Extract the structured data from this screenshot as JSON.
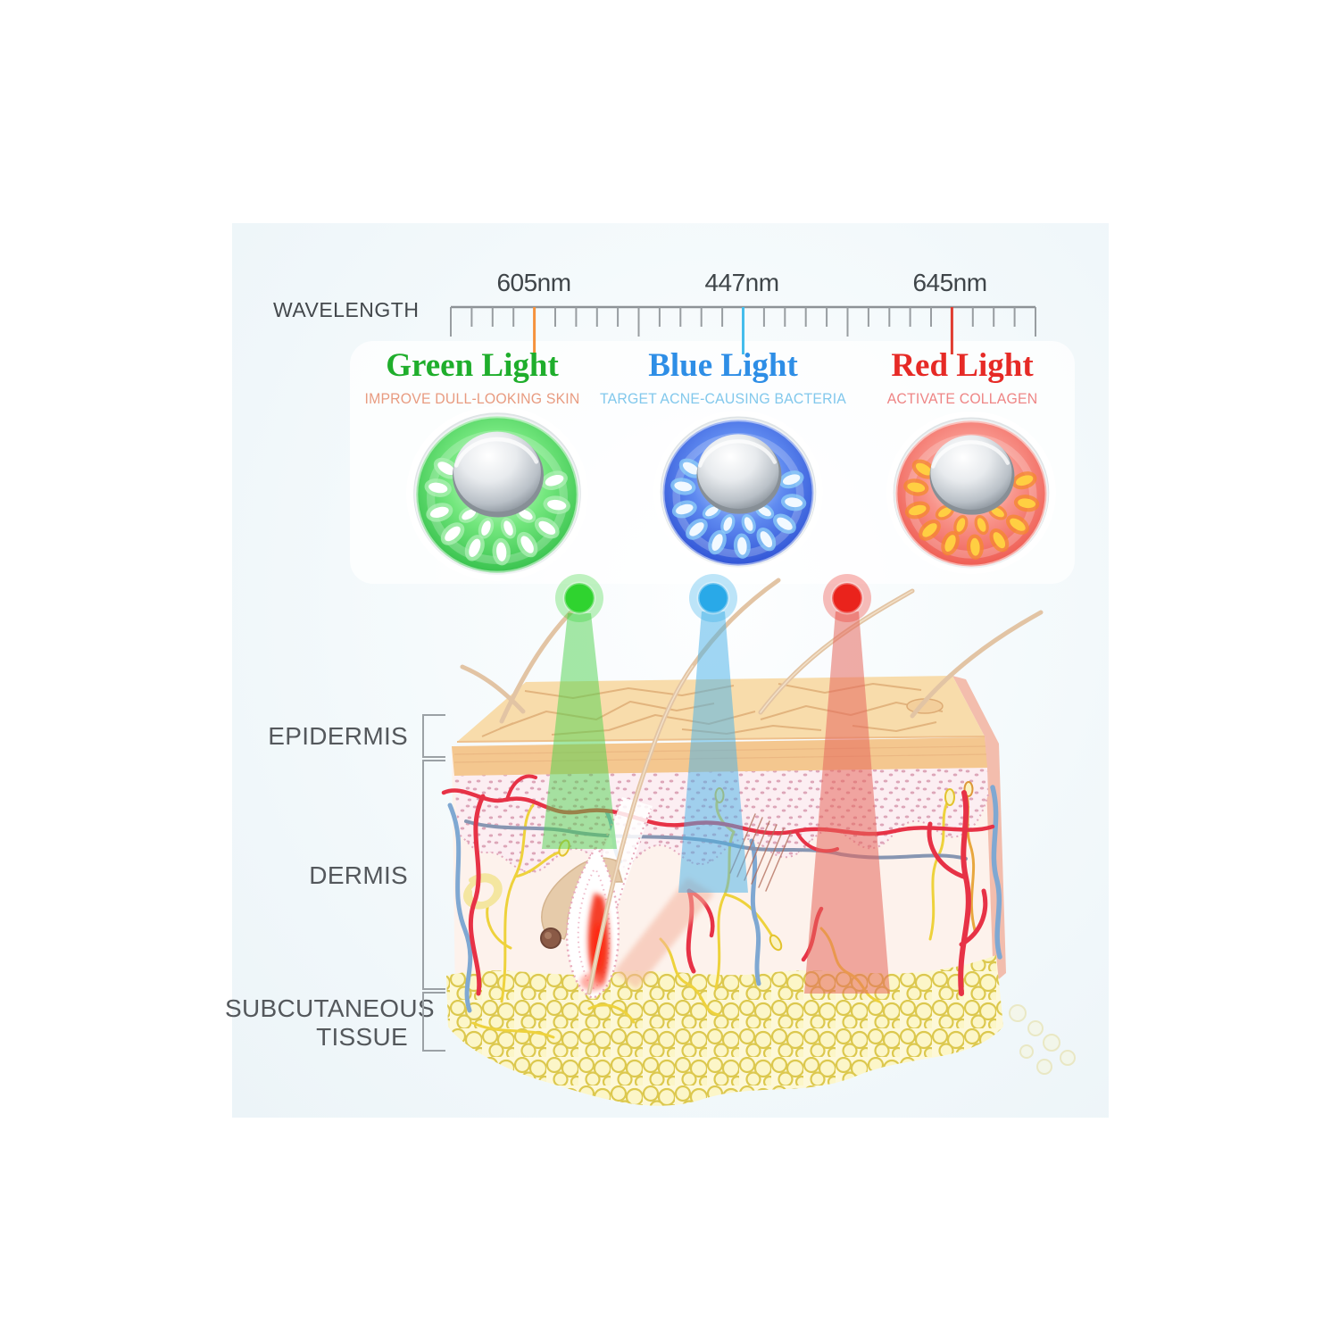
{
  "panel": {
    "background": "#f1f7fa"
  },
  "ruler": {
    "axis_label": "WAVELENGTH",
    "markers": [
      {
        "value": "605nm",
        "color": "#f5923c"
      },
      {
        "value": "447nm",
        "color": "#45bdec"
      },
      {
        "value": "645nm",
        "color": "#e03c30"
      }
    ]
  },
  "lights": [
    {
      "name": "green",
      "title": "Green Light",
      "title_color": "#1fae2c",
      "subtitle": "IMPROVE DULL-LOOKING SKIN",
      "subtitle_color": "#e89b80",
      "beam_color": "#4ed14e",
      "dot_color": "#2fd32f",
      "device": {
        "edge": "#35c04b",
        "mid": "#74e77e",
        "center": "#e2fce6",
        "led_core": "#ffffff",
        "led_glow": "#aef0b4"
      }
    },
    {
      "name": "blue",
      "title": "Blue Light",
      "title_color": "#2e8ee6",
      "subtitle": "TARGET ACNE-CAUSING BACTERIA",
      "subtitle_color": "#82c8ec",
      "beam_color": "#4ab2e8",
      "dot_color": "#29a9e8",
      "device": {
        "edge": "#2f52d4",
        "mid": "#5f8af0",
        "center": "#d3e7fd",
        "led_core": "#f2f9ff",
        "led_glow": "#8fd0f8"
      }
    },
    {
      "name": "red",
      "title": "Red Light",
      "title_color": "#e62a26",
      "subtitle": "ACTIVATE COLLAGEN",
      "subtitle_color": "#ee8585",
      "beam_color": "#e5685c",
      "dot_color": "#ea231c",
      "device": {
        "edge": "#ee5a50",
        "mid": "#f8938a",
        "center": "#ffe6dd",
        "led_core": "#ffcf42",
        "led_glow": "#f5882e"
      }
    }
  ],
  "skin": {
    "layers": [
      {
        "label": "EPIDERMIS"
      },
      {
        "label": "DERMIS"
      },
      {
        "label_line1": "SUBCUTANEOUS",
        "label_line2": "TISSUE"
      }
    ]
  }
}
